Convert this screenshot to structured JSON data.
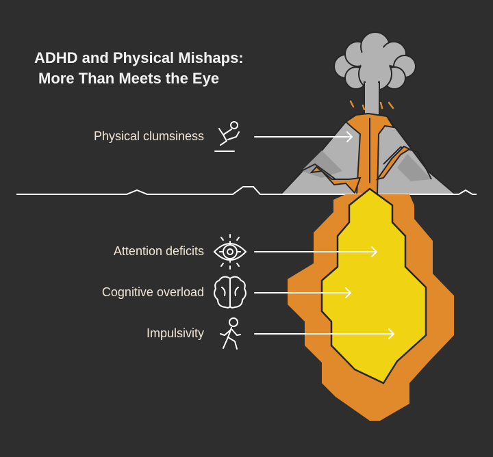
{
  "title": {
    "line1": "ADHD and Physical Mishaps:",
    "line2": "More Than Meets the Eye"
  },
  "items": [
    {
      "label": "Physical clumsiness",
      "icon": "falling-person-icon"
    },
    {
      "label": "Attention deficits",
      "icon": "eye-target-icon"
    },
    {
      "label": "Cognitive overload",
      "icon": "brain-icon"
    },
    {
      "label": "Impulsivity",
      "icon": "walking-person-icon"
    }
  ],
  "colors": {
    "background": "#2e2e2e",
    "title_text": "#f2f2f2",
    "label_text": "#f2e6d8",
    "mountain": "#b2b2b2",
    "mountain_shadow": "#9a9a9a",
    "lava": "#e08a2c",
    "magma": "#f0d312",
    "outline": "#262626",
    "arrow": "#ffffff"
  }
}
